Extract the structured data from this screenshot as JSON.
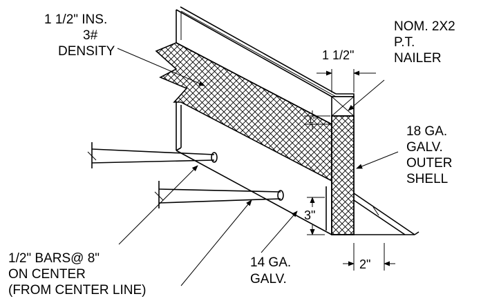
{
  "labels": {
    "insulation": [
      "1 1/2\" INS.",
      "3#",
      "DENSITY"
    ],
    "nailer": [
      "NOM. 2X2",
      "P.T.",
      "NAILER"
    ],
    "nailer_width": "1 1/2\"",
    "one_inch": "1\"",
    "outer_shell": [
      "18 GA.",
      "GALV.",
      "OUTER",
      "SHELL"
    ],
    "bars": [
      "1/2\" BARS@ 8\"",
      "ON CENTER",
      "(FROM CENTER LINE)"
    ],
    "gauge_14": [
      "14 GA.",
      "GALV."
    ],
    "three_inch": "3\"",
    "two_inch": "2\""
  }
}
